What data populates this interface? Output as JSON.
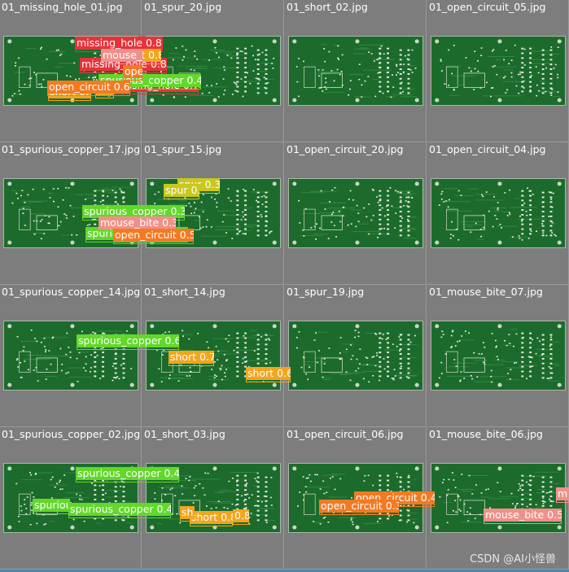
{
  "colors": {
    "missing_hole": "#e8323a",
    "short": "#f2a51d",
    "spurious_copper": "#62d82a",
    "spur": "#c8c81e",
    "open_circuit": "#f37a22",
    "mouse_bite": "#f0908a"
  },
  "cells": [
    {
      "title": "01_missing_hole_01.jpg",
      "detections": [
        {
          "cls": "missing_hole",
          "label": "missing_hole 0.8"
        },
        {
          "cls": "missing_hole",
          "label": "missing_hole 0.8"
        },
        {
          "cls": "missing_hole",
          "label": "missing_hole 0.7"
        }
      ]
    },
    {
      "title": "01_spur_20.jpg",
      "detections": [
        {
          "cls": "spurious_copper",
          "label": "spurious_copper 0.4"
        }
      ]
    },
    {
      "title": "01_short_02.jpg",
      "detections": [
        {
          "cls": "short",
          "label": "short 0.8"
        },
        {
          "cls": "short",
          "label": "short 0.7"
        },
        {
          "cls": "short",
          "label": "0.8"
        }
      ]
    },
    {
      "title": "01_open_circuit_05.jpg",
      "detections": [
        {
          "cls": "mouse_bite",
          "label": "mouse_"
        },
        {
          "cls": "open_circuit",
          "label": "ope"
        },
        {
          "cls": "open_circuit",
          "label": "open_circuit 0.6"
        }
      ]
    },
    {
      "title": "01_spurious_copper_17.jpg",
      "detections": [
        {
          "cls": "spurious_copper",
          "label": "spurious_copper 0.3"
        },
        {
          "cls": "spurious_copper",
          "label": "spurious_copper 0.5"
        }
      ]
    },
    {
      "title": "01_spur_15.jpg",
      "detections": [
        {
          "cls": "spur",
          "label": "spur 0.3"
        },
        {
          "cls": "spur",
          "label": "spur 0.3"
        }
      ]
    },
    {
      "title": "01_open_circuit_20.jpg",
      "detections": [
        {
          "cls": "mouse_bite",
          "label": "mouse_bite 0.3"
        },
        {
          "cls": "open_circuit",
          "label": "open_circuit 0.5"
        }
      ]
    },
    {
      "title": "01_open_circuit_04.jpg",
      "detections": []
    },
    {
      "title": "01_spurious_copper_14.jpg",
      "detections": [
        {
          "cls": "spurious_copper",
          "label": "spurious_copper 0.6"
        }
      ]
    },
    {
      "title": "01_short_14.jpg",
      "detections": [
        {
          "cls": "short",
          "label": "short 0.7"
        },
        {
          "cls": "short",
          "label": "short 0.6"
        }
      ]
    },
    {
      "title": "01_spur_19.jpg",
      "detections": []
    },
    {
      "title": "01_mouse_bite_07.jpg",
      "detections": []
    },
    {
      "title": "01_spurious_copper_02.jpg",
      "detections": [
        {
          "cls": "spurious_copper",
          "label": "spurious_copper 0.4"
        },
        {
          "cls": "spurious_copper",
          "label": "spuriou"
        },
        {
          "cls": "spurious_copper",
          "label": "spurious_copper 0.4"
        }
      ]
    },
    {
      "title": "01_short_03.jpg",
      "detections": [
        {
          "cls": "short",
          "label": "short 0.8"
        },
        {
          "cls": "short",
          "label": "sh"
        },
        {
          "cls": "short",
          "label": "0.8"
        }
      ]
    },
    {
      "title": "01_open_circuit_06.jpg",
      "detections": [
        {
          "cls": "open_circuit",
          "label": "open_circuit 0.4"
        },
        {
          "cls": "open_circuit",
          "label": "open_circuit 0.3"
        }
      ]
    },
    {
      "title": "01_mouse_bite_06.jpg",
      "detections": [
        {
          "cls": "mouse_bite",
          "label": "m"
        },
        {
          "cls": "mouse_bite",
          "label": "mouse_bite 0.5"
        }
      ]
    }
  ],
  "watermark": "CSDN @AI小怪兽"
}
